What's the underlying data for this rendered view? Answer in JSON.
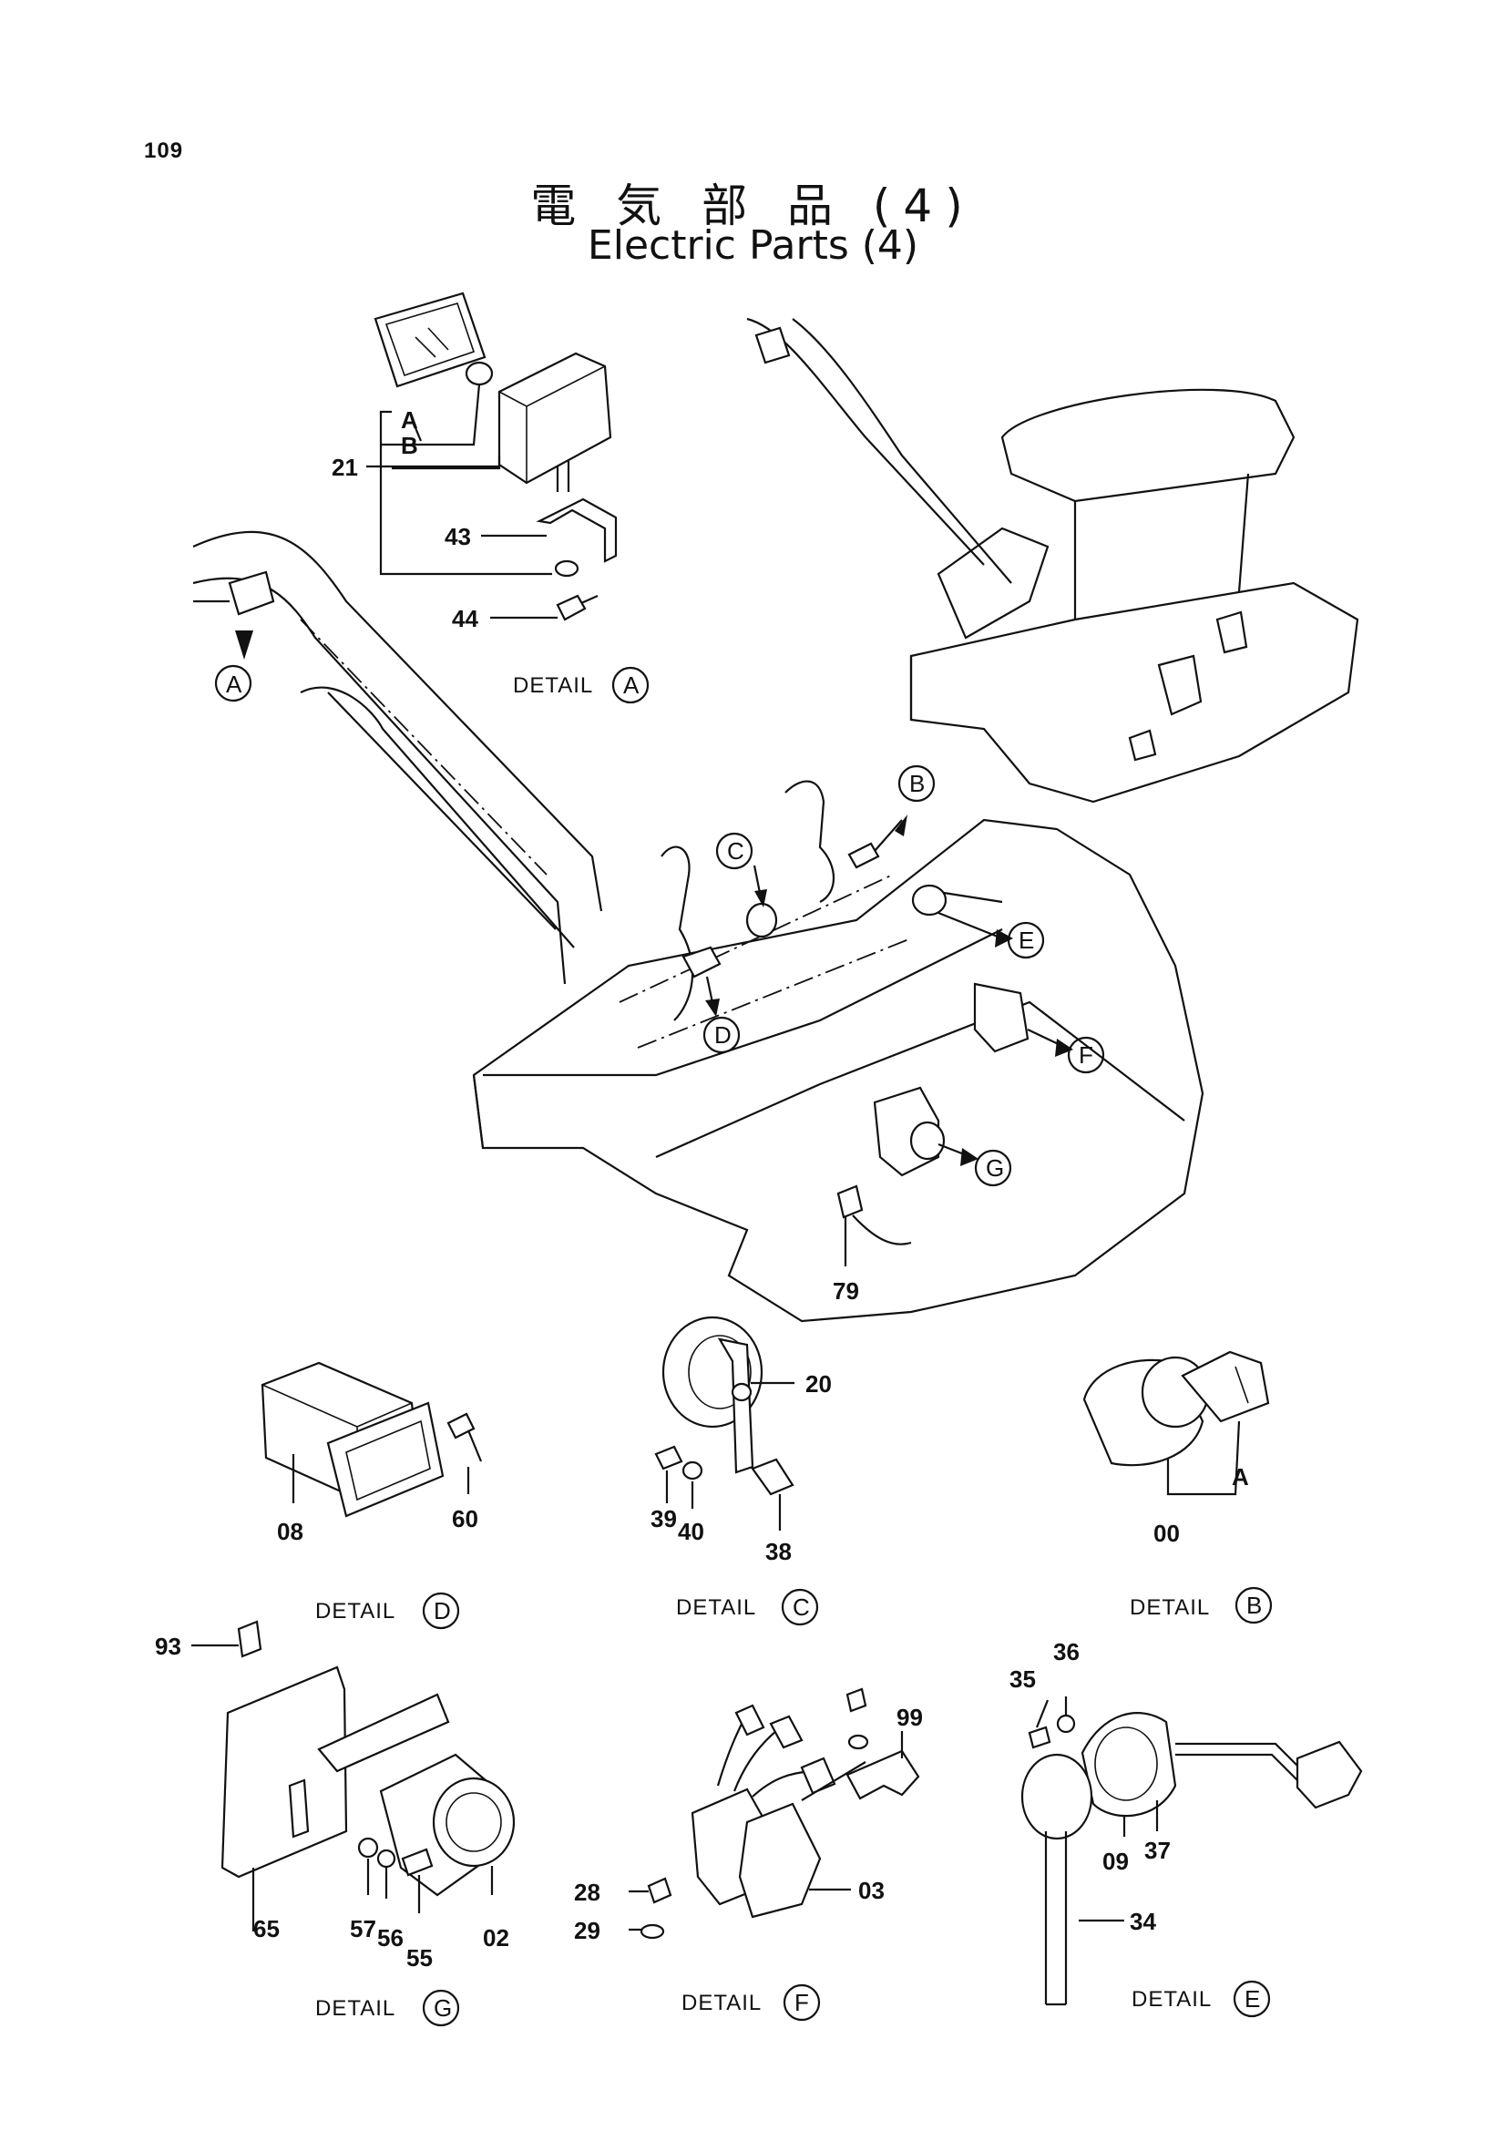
{
  "page_number": "109",
  "title_jp": "電 気 部 品 (4)",
  "title_en": "Electric Parts (4)",
  "detail_word": "DETAIL",
  "callouts": {
    "A": "A",
    "B": "B",
    "C": "C",
    "D": "D",
    "E": "E",
    "F": "F",
    "G": "G"
  },
  "part_numbers": {
    "p21": "21",
    "p43": "43",
    "p44": "44",
    "pA": "A",
    "pB": "B",
    "p79": "79",
    "p08": "08",
    "p60": "60",
    "p20": "20",
    "p39": "39",
    "p40": "40",
    "p38": "38",
    "p00": "00",
    "pKeyA": "A",
    "p93": "93",
    "p65": "65",
    "p57": "57",
    "p56": "56",
    "p55": "55",
    "p02": "02",
    "p28": "28",
    "p29": "29",
    "p99": "99",
    "p03": "03",
    "p35": "35",
    "p36": "36",
    "p09": "09",
    "p37": "37",
    "p34": "34"
  }
}
